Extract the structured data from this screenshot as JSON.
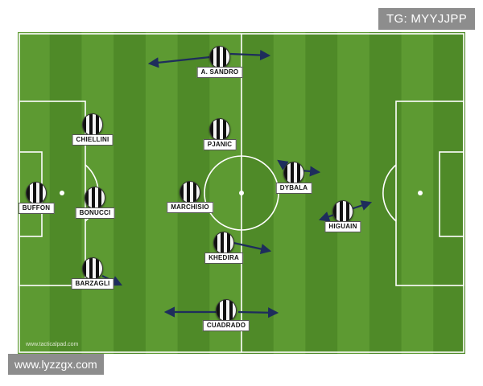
{
  "badge": "TG: MYYJJPP",
  "watermark": "www.lyzzgx.com",
  "pitch_credit": "www.tacticalpad.com",
  "players": [
    {
      "key": "sandro",
      "name": "A. SANDRO"
    },
    {
      "key": "chiellini",
      "name": "CHIELLINI"
    },
    {
      "key": "pjanic",
      "name": "PJANIC"
    },
    {
      "key": "buffon",
      "name": "BUFFON"
    },
    {
      "key": "bonucci",
      "name": "BONUCCI"
    },
    {
      "key": "marchisio",
      "name": "MARCHISIO"
    },
    {
      "key": "dybala",
      "name": "DYBALA"
    },
    {
      "key": "higuain",
      "name": "HIGUAIN"
    },
    {
      "key": "khedira",
      "name": "KHEDIRA"
    },
    {
      "key": "barzagli",
      "name": "BARZAGLI"
    },
    {
      "key": "cuadrado",
      "name": "CUADRADO"
    }
  ],
  "colors": {
    "grass_light": "#5d9a32",
    "grass_dark": "#4f8a28",
    "lines": "#ffffff",
    "arrows": "#1e2d5c"
  }
}
